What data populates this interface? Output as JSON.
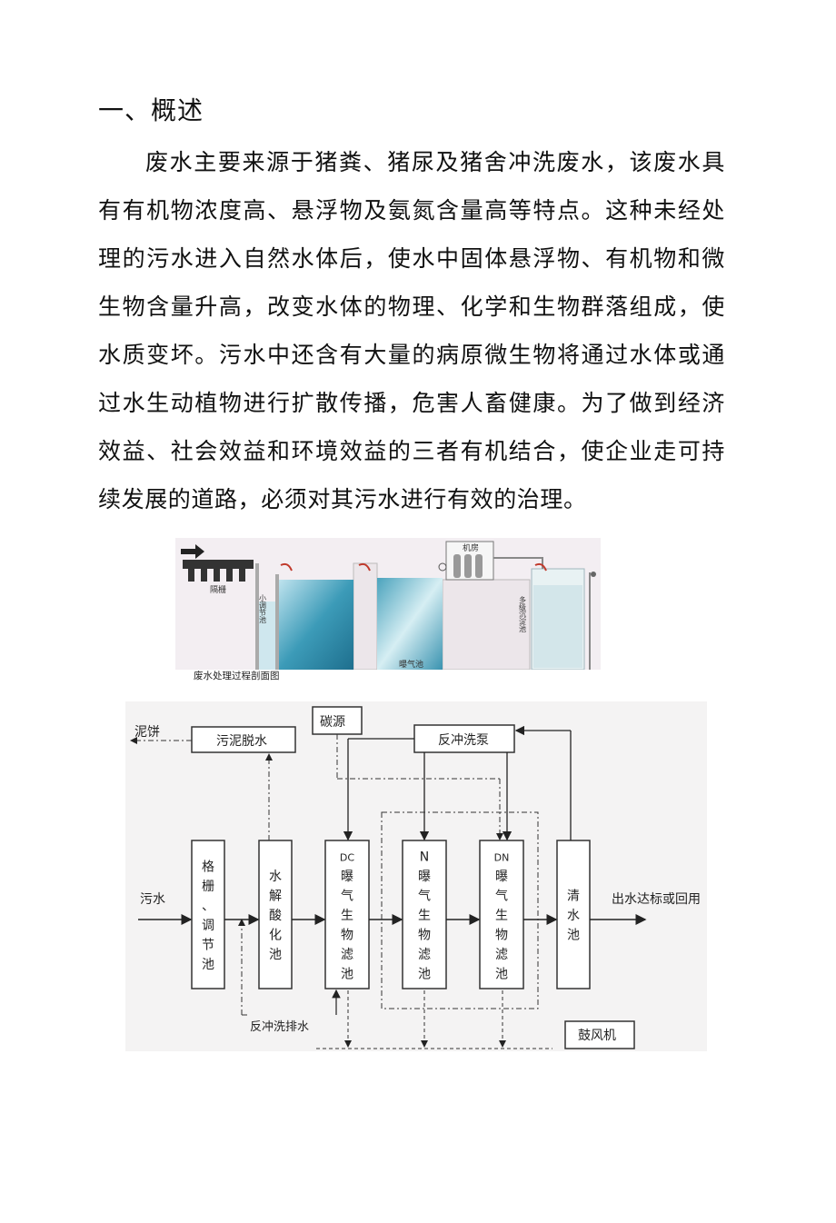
{
  "heading": "一、概述",
  "paragraph": "废水主要来源于猪粪、猪尿及猪舍冲洗废水，该废水具有有机物浓度高、悬浮物及氨氮含量高等特点。这种未经处理的污水进入自然水体后，使水中固体悬浮物、有机物和微生物含量升高，改变水体的物理、化学和生物群落组成，使水质变坏。污水中还含有大量的病原微生物将通过水体或通过水生动植物进行扩散传播，危害人畜健康。为了做到经济效益、社会效益和环境效益的三者有机结合，使企业走可持续发展的道路，必须对其污水进行有效的治理。",
  "cross_section": {
    "labels": {
      "grille": "隔栅",
      "small_tank": "小调节池",
      "machine_room": "机房",
      "aeration": "曝气池",
      "settling": "多级沉淀池"
    },
    "caption": "废水处理过程剖面图"
  },
  "flowchart": {
    "sludge_cake": "泥饼",
    "sludge_dewater": "污泥脱水",
    "carbon_source": "碳源",
    "backwash_pump": "反冲洗泵",
    "influent": "污水",
    "tanks": [
      {
        "chars": [
          "格",
          "栅",
          "、",
          "调",
          "节",
          "池"
        ]
      },
      {
        "chars": [
          "水",
          "解",
          "酸",
          "化",
          "池"
        ]
      },
      {
        "chars": [
          "DC",
          "曝",
          "气",
          "生",
          "物",
          "滤",
          "池"
        ]
      },
      {
        "chars": [
          "N",
          "曝",
          "气",
          "生",
          "物",
          "滤",
          "池"
        ]
      },
      {
        "chars": [
          "DN",
          "曝",
          "气",
          "生",
          "物",
          "滤",
          "池"
        ]
      },
      {
        "chars": [
          "清",
          "水",
          "池"
        ]
      }
    ],
    "effluent": "出水达标或回用",
    "backwash_drain": "反冲洗排水",
    "blower": "鼓风机"
  }
}
